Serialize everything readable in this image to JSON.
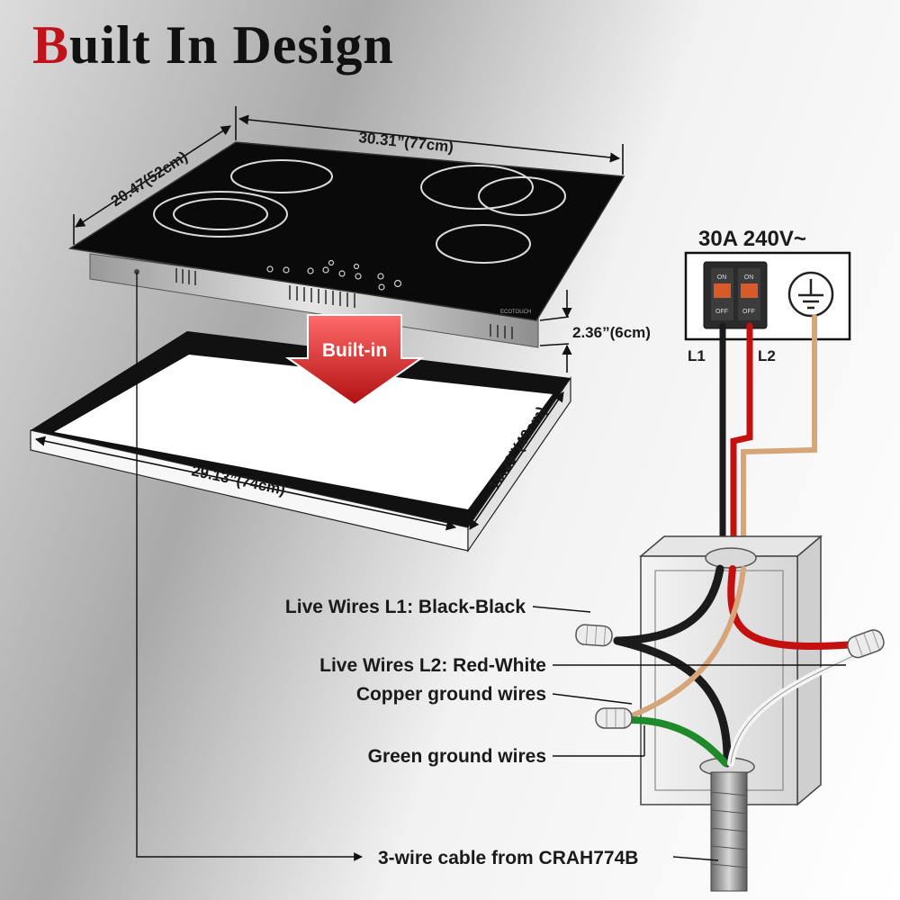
{
  "title": {
    "first_letter": "B",
    "rest": "uilt In Design"
  },
  "cooktop": {
    "width_label": "30.31”(77cm)",
    "depth_label": "20.47(52cm)",
    "height_label": "2.36”(6cm)",
    "brand_text": "ECOTOUCH"
  },
  "cutout": {
    "arrow_label": "Built-in",
    "width_label": "29.13”(74cm)",
    "depth_label": "19.29”(49cm)"
  },
  "breaker": {
    "rating": "30A 240V~",
    "on_label": "ON",
    "off_label": "OFF",
    "l1_label": "L1",
    "l2_label": "L2"
  },
  "callouts": {
    "live_l1": "Live Wires L1: Black-Black",
    "live_l2": "Live Wires L2: Red-White",
    "copper_ground": "Copper ground wires",
    "green_ground": "Green ground wires",
    "cable": "3-wire cable from CRAH774B"
  },
  "colors": {
    "title_accent": "#c0121a",
    "arrow_red": "#d41f1f",
    "wire_black": "#1b1b1b",
    "wire_red": "#c51010",
    "wire_copper": "#d6a67a",
    "wire_green": "#1f8a2a",
    "wire_white": "#f5f5f5"
  }
}
